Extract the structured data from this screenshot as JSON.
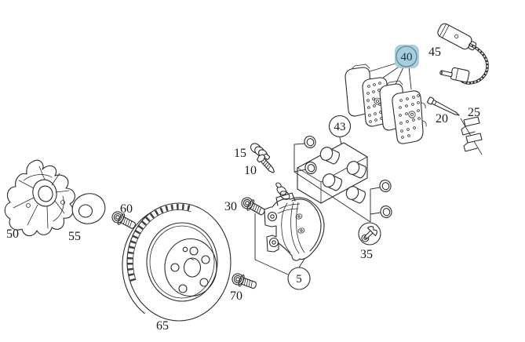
{
  "diagram": {
    "type": "exploded-parts-diagram",
    "subject": "front disc brake assembly",
    "colors": {
      "background": "#ffffff",
      "line": "#2b2b2b",
      "label_text": "#1a1a1a",
      "highlight_fill": "#a6cede",
      "highlight_stroke": "#5b7a8a",
      "highlight_text": "#1d3440"
    },
    "icons": [
      {
        "name": "wrench-icon",
        "meaning": "repair-kit"
      }
    ],
    "callouts": {
      "caliper": {
        "label": "5",
        "style": "circled"
      },
      "bleeder_screw": {
        "label": "10",
        "style": "plain"
      },
      "bleeder_cap": {
        "label": "15",
        "style": "plain"
      },
      "guide_pin": {
        "label": "20",
        "style": "plain"
      },
      "spring_clip_set": {
        "label": "25",
        "style": "plain"
      },
      "caliper_bolt": {
        "label": "30",
        "style": "plain"
      },
      "repair_kit": {
        "label": "35",
        "style": "plain-with-wrench-circle"
      },
      "brake_pad_set": {
        "label": "40",
        "style": "circled-highlighted"
      },
      "piston_kit": {
        "label": "43",
        "style": "circled"
      },
      "wear_sensor": {
        "label": "45",
        "style": "plain"
      },
      "splash_shield": {
        "label": "50",
        "style": "plain"
      },
      "washer": {
        "label": "55",
        "style": "plain"
      },
      "shield_bolt": {
        "label": "60",
        "style": "plain"
      },
      "brake_disc": {
        "label": "65",
        "style": "plain"
      },
      "disc_screw": {
        "label": "70",
        "style": "plain"
      }
    }
  }
}
